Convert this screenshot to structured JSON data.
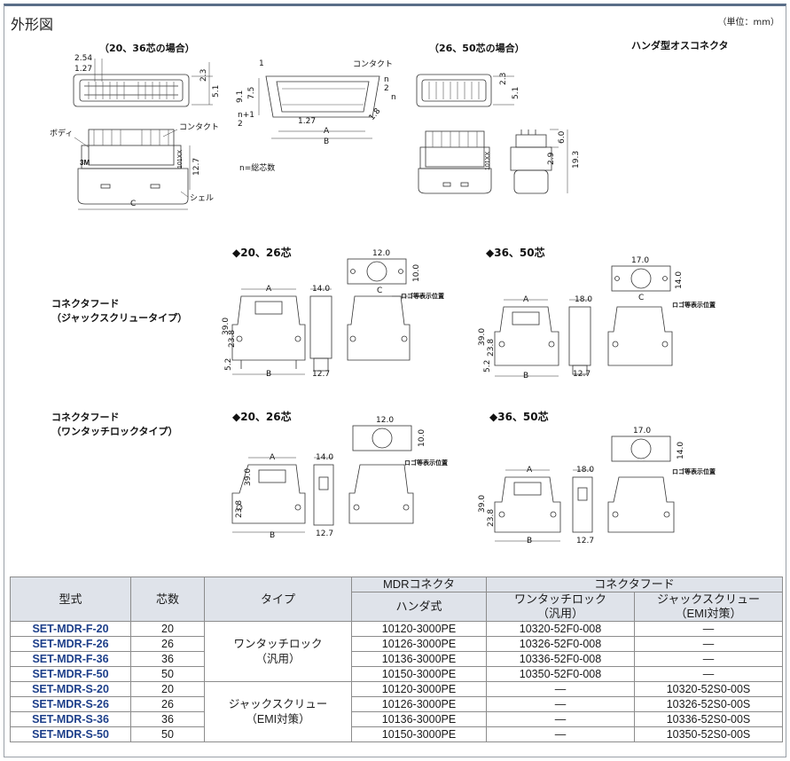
{
  "page": {
    "title": "外形図",
    "unit": "（単位：mm）"
  },
  "drawings": {
    "case_20_36": "（20、36芯の場合）",
    "case_26_50": "（26、50芯の場合）",
    "solder_type": "ハンダ型オスコネクタ",
    "dim_254": "2.54",
    "dim_127": "1.27",
    "dim_23": "2.3",
    "dim_51": "5.1",
    "lbl_body": "ボディ",
    "lbl_contact": "コンタクト",
    "lbl_shell": "シェル",
    "dim_127b": "12.7",
    "lbl_c": "C",
    "lbl_1": "1",
    "lbl_n2": "n\n2",
    "lbl_n": "n",
    "lbl_n1": "n+1\n2",
    "dim_91": "9.1",
    "dim_75": "7.5",
    "dim_18": "1.8",
    "lbl_a": "A",
    "lbl_b": "B",
    "n_note": "n=総芯数",
    "dim_60": "6.0",
    "dim_29": "2.9",
    "dim_193": "19.3",
    "brand": "3M",
    "part_mark": "101XX",
    "hood_jack": "コネクタフード\n（ジャックスクリュータイプ）",
    "hood_onetouch": "コネクタフード\n（ワンタッチロックタイプ）",
    "head_2026": "◆20、26芯",
    "head_3650": "◆36、50芯",
    "dim_120": "12.0",
    "dim_100": "10.0",
    "dim_170": "17.0",
    "dim_140": "14.0",
    "dim_180": "18.0",
    "dim_390": "39.0",
    "dim_238": "23.8",
    "dim_52": "5.2",
    "logo_pos": "ロゴ等表示位置"
  },
  "table": {
    "headers": {
      "model": "型式",
      "cores": "芯数",
      "type": "タイプ",
      "mdr": "MDRコネクタ",
      "hood": "コネクタフード",
      "solder": "ハンダ式",
      "onetouch": "ワンタッチロック\n（汎用）",
      "jack": "ジャックスクリュー\n（EMI対策）"
    },
    "groups": [
      {
        "type": "ワンタッチロック\n（汎用）",
        "rows": [
          {
            "model": "SET-MDR-F-20",
            "cores": "20",
            "solder": "10120-3000PE",
            "onetouch": "10320-52F0-008",
            "jack": "—"
          },
          {
            "model": "SET-MDR-F-26",
            "cores": "26",
            "solder": "10126-3000PE",
            "onetouch": "10326-52F0-008",
            "jack": "—"
          },
          {
            "model": "SET-MDR-F-36",
            "cores": "36",
            "solder": "10136-3000PE",
            "onetouch": "10336-52F0-008",
            "jack": "—"
          },
          {
            "model": "SET-MDR-F-50",
            "cores": "50",
            "solder": "10150-3000PE",
            "onetouch": "10350-52F0-008",
            "jack": "—"
          }
        ]
      },
      {
        "type": "ジャックスクリュー\n（EMI対策）",
        "rows": [
          {
            "model": "SET-MDR-S-20",
            "cores": "20",
            "solder": "10120-3000PE",
            "onetouch": "—",
            "jack": "10320-52S0-00S"
          },
          {
            "model": "SET-MDR-S-26",
            "cores": "26",
            "solder": "10126-3000PE",
            "onetouch": "—",
            "jack": "10326-52S0-00S"
          },
          {
            "model": "SET-MDR-S-36",
            "cores": "36",
            "solder": "10136-3000PE",
            "onetouch": "—",
            "jack": "10336-52S0-00S"
          },
          {
            "model": "SET-MDR-S-50",
            "cores": "50",
            "solder": "10150-3000PE",
            "onetouch": "—",
            "jack": "10350-52S0-00S"
          }
        ]
      }
    ]
  }
}
